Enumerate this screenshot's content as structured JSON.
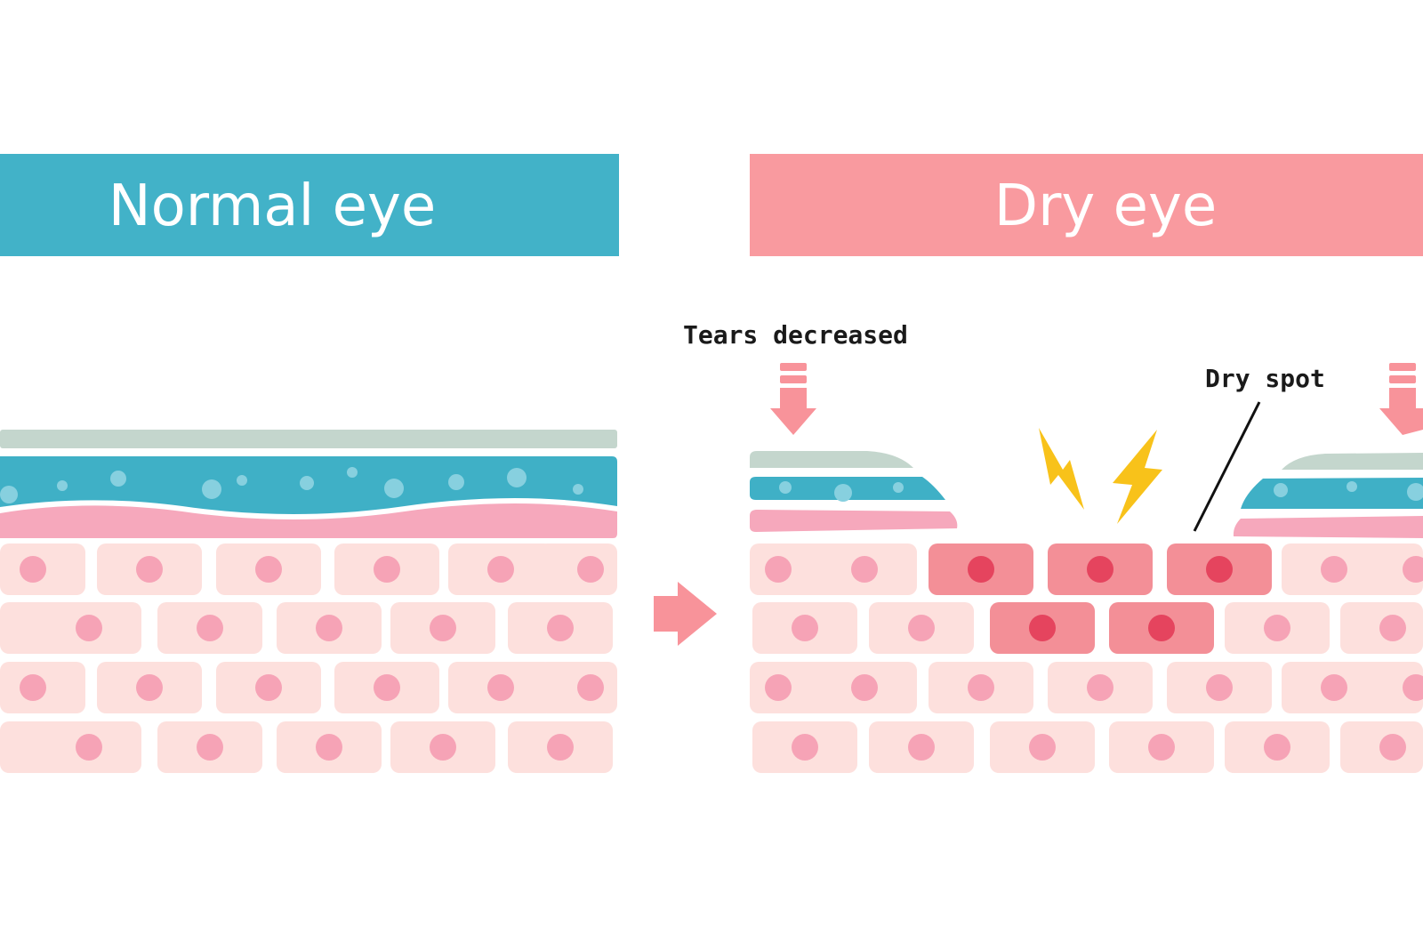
{
  "panels": {
    "normal": {
      "title": "Normal eye",
      "color": "#42b2c8"
    },
    "dry": {
      "title": "Dry eye",
      "color": "#f99a9f"
    }
  },
  "annotations": {
    "tears": "Tears decreased",
    "dryspot": "Dry spot"
  },
  "icons": {
    "transition": "arrow-right-icon",
    "tear_flow": "arrow-down-icon",
    "irritation": "lightning-icon"
  },
  "colors": {
    "mucin_layer": "#c4d6cd",
    "tear_layer": "#3fb0c6",
    "tear_bubble": "#87d0df",
    "membrane": "#f6a8bc",
    "cell_healthy": "#fde0dd",
    "nucleus_healthy": "#f6a3b6",
    "cell_damaged": "#f38f97",
    "nucleus_damaged": "#e5445e",
    "arrow": "#f8939a",
    "lightning": "#f8c21a"
  }
}
